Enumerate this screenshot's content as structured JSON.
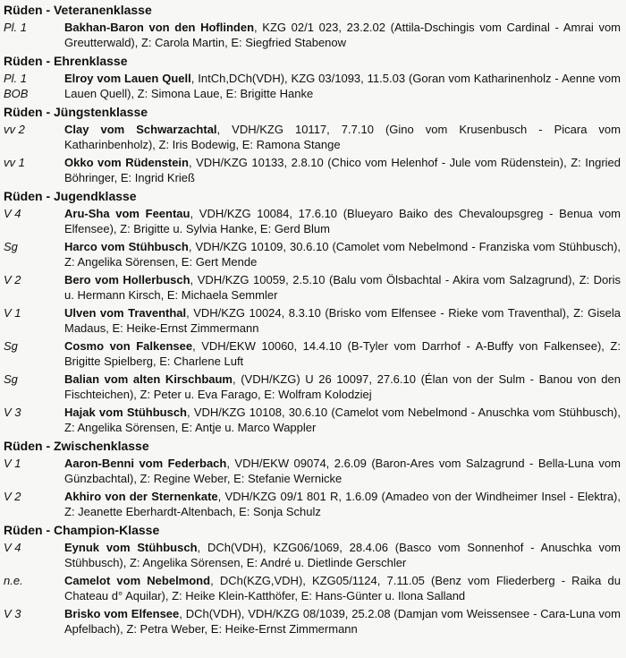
{
  "sections": [
    {
      "heading": "Rüden - Veteranenklasse",
      "entries": [
        {
          "grade": "Pl. 1",
          "name": "Bakhan-Baron von den Hoflinden",
          "details": ", KZG 02/1 023, 23.2.02 (Attila-Dschingis vom Cardinal - Amrai vom Greutterwald), Z: Carola Martin, E: Siegfried Stabenow"
        }
      ]
    },
    {
      "heading": "Rüden - Ehrenklasse",
      "entries": [
        {
          "grade": "Pl. 1\nBOB",
          "name": "Elroy vom Lauen Quell",
          "details": ", IntCh,DCh(VDH), KZG 03/1093, 11.5.03 (Goran vom Katharinenholz - Aenne vom Lauen Quell), Z: Simona Laue, E: Brigitte Hanke"
        }
      ]
    },
    {
      "heading": "Rüden - Jüngstenklasse",
      "entries": [
        {
          "grade": "vv 2",
          "name": "Clay vom Schwarzachtal",
          "details": ", VDH/KZG 10117, 7.7.10 (Gino vom Krusenbusch - Picara vom Katharinbenholz), Z: Iris Bodewig, E: Ramona Stange"
        },
        {
          "grade": "vv 1",
          "name": "Okko vom Rüdenstein",
          "details": ", VDH/KZG 10133, 2.8.10 (Chico vom Helenhof - Jule vom Rüdenstein), Z: Ingried Böhringer, E: Ingrid Krieß"
        }
      ]
    },
    {
      "heading": "Rüden - Jugendklasse",
      "entries": [
        {
          "grade": "V 4",
          "name": "Aru-Sha vom Feentau",
          "details": ", VDH/KZG 10084, 17.6.10 (Blueyaro Baiko des Chevaloupsgreg - Benua vom Elfensee), Z: Brigitte u. Sylvia Hanke, E: Gerd Blum"
        },
        {
          "grade": "Sg",
          "name": "Harco vom Stühbusch",
          "details": ", VDH/KZG 10109, 30.6.10 (Camolet vom Nebelmond - Franziska vom Stühbusch), Z: Angelika Sörensen, E: Gert Mende"
        },
        {
          "grade": "V 2",
          "name": "Bero vom Hollerbusch",
          "details": ", VDH/KZG 10059, 2.5.10 (Balu vom Ölsbachtal - Akira vom Salzagrund), Z: Doris u. Hermann Kirsch, E: Michaela Semmler"
        },
        {
          "grade": "V 1",
          "name": "Ulven vom Traventhal",
          "details": ", VDH/KZG 10024, 8.3.10 (Brisko vom Elfensee - Rieke vom Traventhal), Z: Gisela Madaus, E: Heike-Ernst Zimmermann"
        },
        {
          "grade": "Sg",
          "name": "Cosmo von Falkensee",
          "details": ", VDH/EKW 10060, 14.4.10 (B-Tyler vom Darrhof - A-Buffy von Falkensee), Z: Brigitte Spielberg, E: Charlene Luft"
        },
        {
          "grade": "Sg",
          "name": "Balian vom alten Kirschbaum",
          "details": ", (VDH/KZG) U 26 10097, 27.6.10 (Élan von der Sulm - Banou von den Fischteichen), Z: Peter u. Eva Farago, E: Wolfram Kolodziej"
        },
        {
          "grade": "V 3",
          "name": "Hajak vom Stühbusch",
          "details": ", VDH/KZG 10108, 30.6.10 (Camelot vom Nebelmond - Anuschka vom Stühbusch), Z: Angelika Sörensen, E: Antje u. Marco Wappler"
        }
      ]
    },
    {
      "heading": "Rüden - Zwischenklasse",
      "entries": [
        {
          "grade": "V 1",
          "name": "Aaron-Benni vom Federbach",
          "details": ", VDH/EKW 09074, 2.6.09 (Baron-Ares vom Salzagrund - Bella-Luna vom Günzbachtal), Z: Regine Weber, E: Stefanie Wernicke"
        },
        {
          "grade": "V 2",
          "name": "Akhiro von der Sternenkate",
          "details": ", VDH/KZG 09/1 801 R, 1.6.09 (Amadeo von der Windheimer Insel - Elektra), Z: Jeanette Eberhardt-Altenbach, E: Sonja Schulz"
        }
      ]
    },
    {
      "heading": "Rüden - Champion-Klasse",
      "entries": [
        {
          "grade": "V 4",
          "name": "Eynuk vom Stühbusch",
          "details": ", DCh(VDH), KZG06/1069, 28.4.06 (Basco vom Sonnenhof - Anuschka vom Stühbusch), Z: Angelika Sörensen, E: André u. Dietlinde Gerschler"
        },
        {
          "grade": "n.e.",
          "name": "Camelot vom Nebelmond",
          "details": ", DCh(KZG,VDH), KZG05/1124, 7.11.05 (Benz vom Fliederberg - Raika du Chateau d° Aquilar), Z: Heike Klein-Katthöfer, E: Hans-Günter u. Ilona Salland"
        },
        {
          "grade": "V 3",
          "name": "Brisko vom Elfensee",
          "details": ", DCh(VDH), VDH/KZG 08/1039, 25.2.08 (Damjan vom Weissensee - Cara-Luna vom Apfelbach), Z: Petra Weber, E: Heike-Ernst Zimmermann"
        }
      ]
    }
  ]
}
